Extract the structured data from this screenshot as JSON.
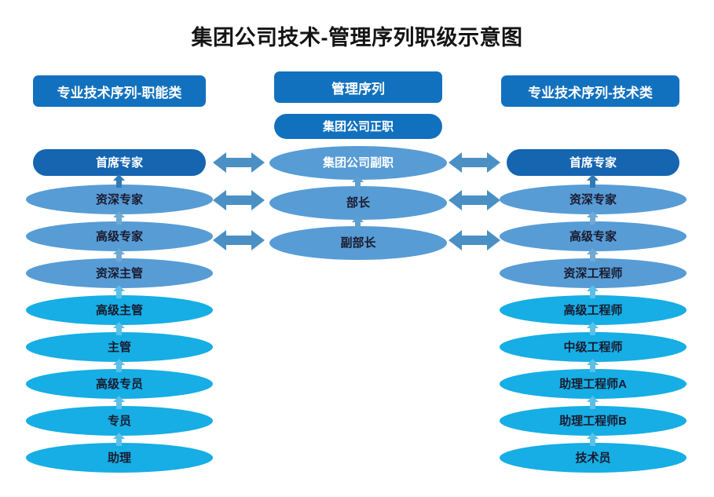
{
  "title": "集团公司技术-管理序列职级示意图",
  "colors": {
    "header_blue": "#1271BE",
    "dark_blue": "#1565B0",
    "medium_blue": "#579CD5",
    "cyan": "#16AEE4",
    "arrow_blue": "#4A90C4",
    "arrow_light": "#6FB3DA",
    "title_text": "#141414"
  },
  "columns": {
    "left": {
      "header": "专业技术序列-职能类",
      "nodes": [
        {
          "label": "首席专家",
          "shape": "stadium",
          "fill": "#1565B0",
          "text": "white"
        },
        {
          "label": "资深专家",
          "shape": "ellipse",
          "fill": "#579CD5",
          "text": "dark"
        },
        {
          "label": "高级专家",
          "shape": "ellipse",
          "fill": "#579CD5",
          "text": "dark"
        },
        {
          "label": "资深主管",
          "shape": "ellipse",
          "fill": "#579CD5",
          "text": "dark"
        },
        {
          "label": "高级主管",
          "shape": "ellipse",
          "fill": "#16AEE4",
          "text": "dark"
        },
        {
          "label": "主管",
          "shape": "ellipse",
          "fill": "#16AEE4",
          "text": "dark"
        },
        {
          "label": "高级专员",
          "shape": "ellipse",
          "fill": "#16AEE4",
          "text": "dark"
        },
        {
          "label": "专员",
          "shape": "ellipse",
          "fill": "#16AEE4",
          "text": "dark"
        },
        {
          "label": "助理",
          "shape": "ellipse",
          "fill": "#16AEE4",
          "text": "dark"
        }
      ]
    },
    "center": {
      "header": "管理序列",
      "nodes": [
        {
          "label": "集团公司正职",
          "shape": "stadium",
          "fill": "#1271BE",
          "text": "white"
        },
        {
          "label": "集团公司副职",
          "shape": "ellipse",
          "fill": "#579CD5",
          "text": "white"
        },
        {
          "label": "部长",
          "shape": "ellipse",
          "fill": "#579CD5",
          "text": "dark"
        },
        {
          "label": "副部长",
          "shape": "ellipse",
          "fill": "#579CD5",
          "text": "dark"
        }
      ]
    },
    "right": {
      "header": "专业技术序列-技术类",
      "nodes": [
        {
          "label": "首席专家",
          "shape": "stadium",
          "fill": "#1565B0",
          "text": "white"
        },
        {
          "label": "资深专家",
          "shape": "ellipse",
          "fill": "#579CD5",
          "text": "dark"
        },
        {
          "label": "高级专家",
          "shape": "ellipse",
          "fill": "#579CD5",
          "text": "dark"
        },
        {
          "label": "资深工程师",
          "shape": "ellipse",
          "fill": "#579CD5",
          "text": "dark"
        },
        {
          "label": "高级工程师",
          "shape": "ellipse",
          "fill": "#16AEE4",
          "text": "dark"
        },
        {
          "label": "中级工程师",
          "shape": "ellipse",
          "fill": "#16AEE4",
          "text": "dark"
        },
        {
          "label": "助理工程师A",
          "shape": "ellipse",
          "fill": "#16AEE4",
          "text": "dark"
        },
        {
          "label": "助理工程师B",
          "shape": "ellipse",
          "fill": "#16AEE4",
          "text": "dark"
        },
        {
          "label": "技术员",
          "shape": "ellipse",
          "fill": "#16AEE4",
          "text": "dark"
        }
      ]
    }
  },
  "cross_links": [
    {
      "left_node": "首席专家",
      "center_node": "集团公司副职",
      "right_node": "首席专家"
    },
    {
      "left_node": "资深专家",
      "center_node": "部长",
      "right_node": "资深专家"
    },
    {
      "left_node": "高级专家",
      "center_node": "副部长",
      "right_node": "高级专家"
    }
  ]
}
